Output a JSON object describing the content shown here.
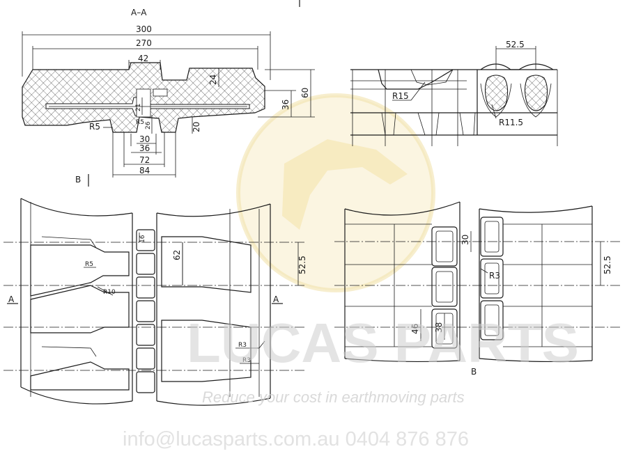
{
  "section_label": "A–A",
  "view_marks": {
    "b_top": "B",
    "a_left": "A",
    "a_right": "A",
    "b_bottom": "B"
  },
  "dimensions": {
    "d300": "300",
    "d270": "270",
    "d42": "42",
    "d24": "24",
    "d60": "60",
    "d36a": "36",
    "d21": "21",
    "d26": "26",
    "d20": "20",
    "d30a": "30",
    "d36b": "36",
    "d72": "72",
    "d84": "84",
    "d52_5a": "52.5",
    "d16": "16",
    "d62": "62",
    "d52_5b": "52.5",
    "d52_5c": "52.5",
    "d30b": "30",
    "d46": "46",
    "d38": "38"
  },
  "radii": {
    "r5a": "R5",
    "r5b": "R5",
    "r15": "R15",
    "r11_5": "R11.5",
    "r5c": "R5",
    "r10": "R10",
    "r3a": "R3",
    "r3b": "R3",
    "r3c": "R3"
  },
  "watermark": {
    "brand": "LUCAS PARTS",
    "tagline": "Reduce your cost in earthmoving parts",
    "contact": "info@lucasparts.com.au   0404 876 876"
  },
  "colors": {
    "line": "#1a1a1a",
    "logo_fill": "#f7ecc9",
    "logo_ring": "#f1e2ad"
  }
}
